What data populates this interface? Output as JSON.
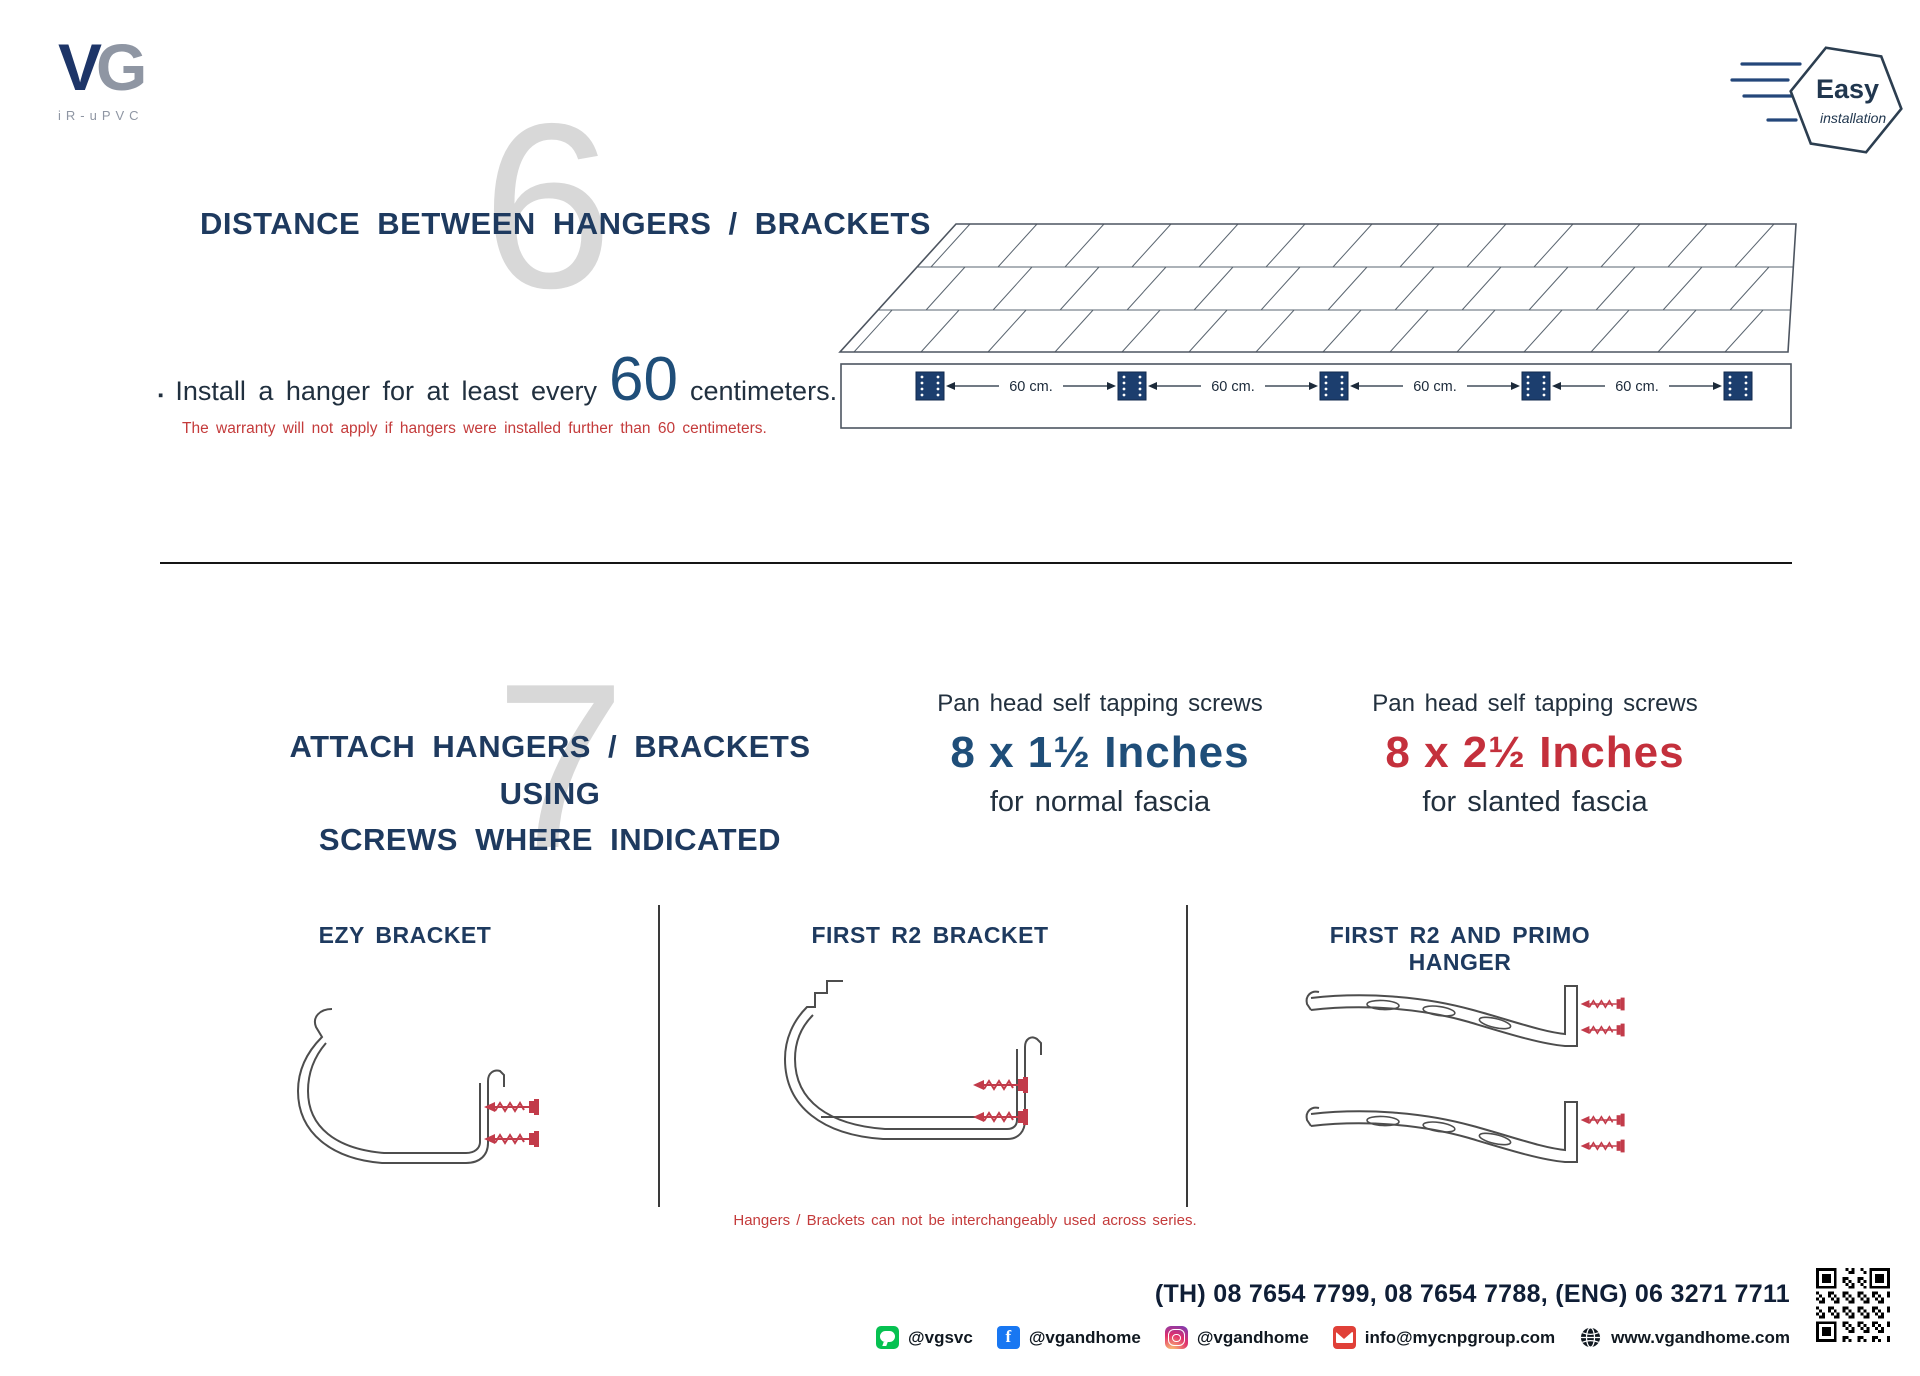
{
  "brand": {
    "logo_v": "V",
    "logo_g": "G",
    "logo_sub": "iR-uPVC"
  },
  "badge": {
    "title": "Easy",
    "subtitle": "installation"
  },
  "section6": {
    "number": "6",
    "title": "DISTANCE BETWEEN HANGERS / BRACKETS",
    "instruction_prefix": "Install a hanger for at least every",
    "instruction_value": "60",
    "instruction_suffix": "centimeters.",
    "warning": "The warranty will not apply if hangers were installed further than 60 centimeters.",
    "diagram": {
      "spacing_label": "60 cm.",
      "bracket_count": 5,
      "spacing_count": 4
    }
  },
  "section7": {
    "number": "7",
    "title_line1": "ATTACH HANGERS / BRACKETS USING",
    "title_line2": "SCREWS WHERE INDICATED",
    "specs": [
      {
        "header": "Pan head self tapping screws",
        "size": "8 x 1½ Inches",
        "use": "for normal fascia",
        "color": "#1f4e79"
      },
      {
        "header": "Pan head self tapping screws",
        "size": "8 x 2½ Inches",
        "use": "for slanted fascia",
        "color": "#c4303c"
      }
    ],
    "panels": [
      {
        "label": "EZY BRACKET"
      },
      {
        "label": "FIRST R2 BRACKET"
      },
      {
        "label": "FIRST R2 AND PRIMO HANGER"
      }
    ],
    "note": "Hangers / Brackets can not be interchangeably used across series."
  },
  "footer": {
    "phones": "(TH) 08 7654 7799,  08 7654 7788,  (ENG) 06 3271 7711",
    "socials": [
      {
        "name": "line",
        "label": "@vgsvc"
      },
      {
        "name": "facebook",
        "label": "@vgandhome"
      },
      {
        "name": "instagram",
        "label": "@vgandhome"
      },
      {
        "name": "email",
        "label": "info@mycnpgroup.com"
      },
      {
        "name": "website",
        "label": "www.vgandhome.com"
      }
    ]
  },
  "colors": {
    "accent_blue": "#1f4e79",
    "accent_red": "#c4303c",
    "navy": "#1e3a5f"
  }
}
